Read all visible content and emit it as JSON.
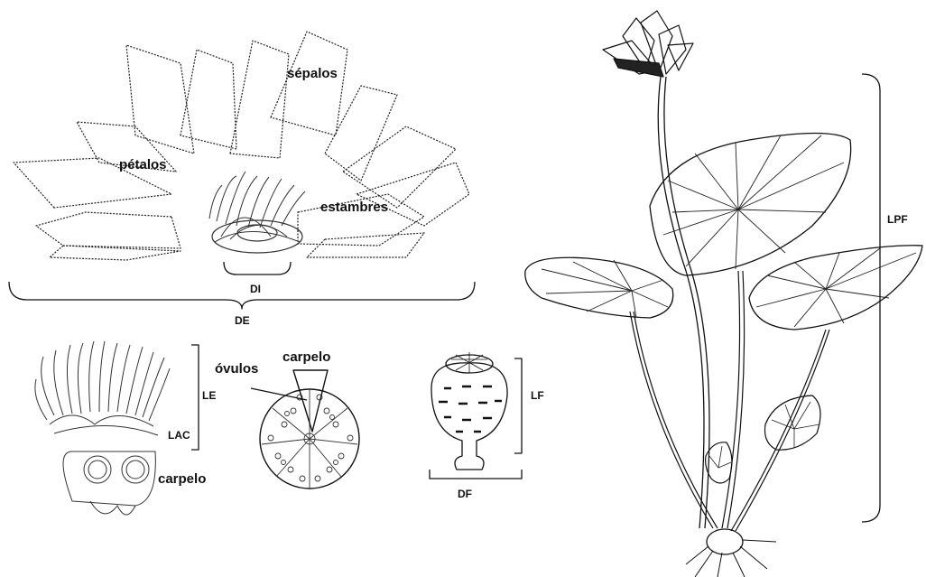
{
  "labels": {
    "sepalos": "sépalos",
    "petalos": "pétalos",
    "estambres": "estambres",
    "DI": "DI",
    "DE": "DE",
    "ovulos": "óvulos",
    "carpelo_top": "carpelo",
    "LE": "LE",
    "LAC": "LAC",
    "carpelo_bottom": "carpelo",
    "LF": "LF",
    "DF": "DF",
    "LPF": "LPF"
  },
  "colors": {
    "ink": "#111111",
    "leaf_vein": "#222222",
    "background": "#ffffff"
  }
}
